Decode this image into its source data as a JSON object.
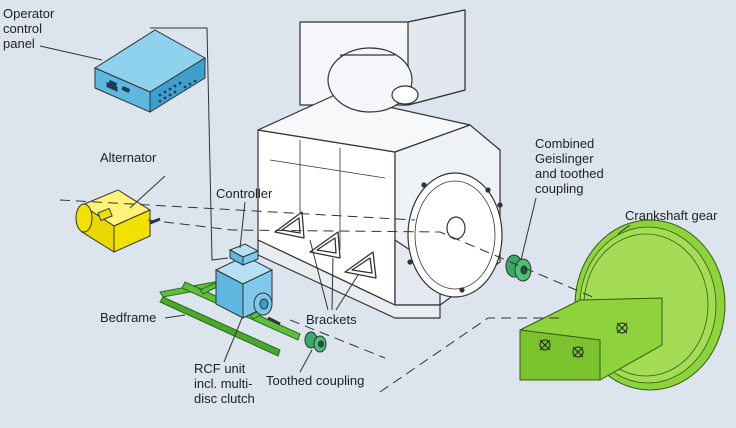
{
  "labels": {
    "operator_panel": "Operator\ncontrol\npanel",
    "alternator": "Alternator",
    "controller": "Controller",
    "combined_coupling": "Combined\nGeislinger\nand toothed\ncoupling",
    "crankshaft_gear": "Crankshaft gear",
    "bedframe": "Bedframe",
    "brackets": "Brackets",
    "rcf_unit": "RCF unit\nincl. multi-\ndisc clutch",
    "toothed_coupling": "Toothed coupling"
  },
  "colors": {
    "background": "#dce4ee",
    "panel": "#5fb8e0",
    "alternator": "#f2e200",
    "rcf_unit": "#7ec8ea",
    "bedframe": "#5bbf3a",
    "coupling": "#4cc07a",
    "crankshaft_gear": "#8ed23c",
    "engine": "#ffffff",
    "line": "#333333"
  }
}
